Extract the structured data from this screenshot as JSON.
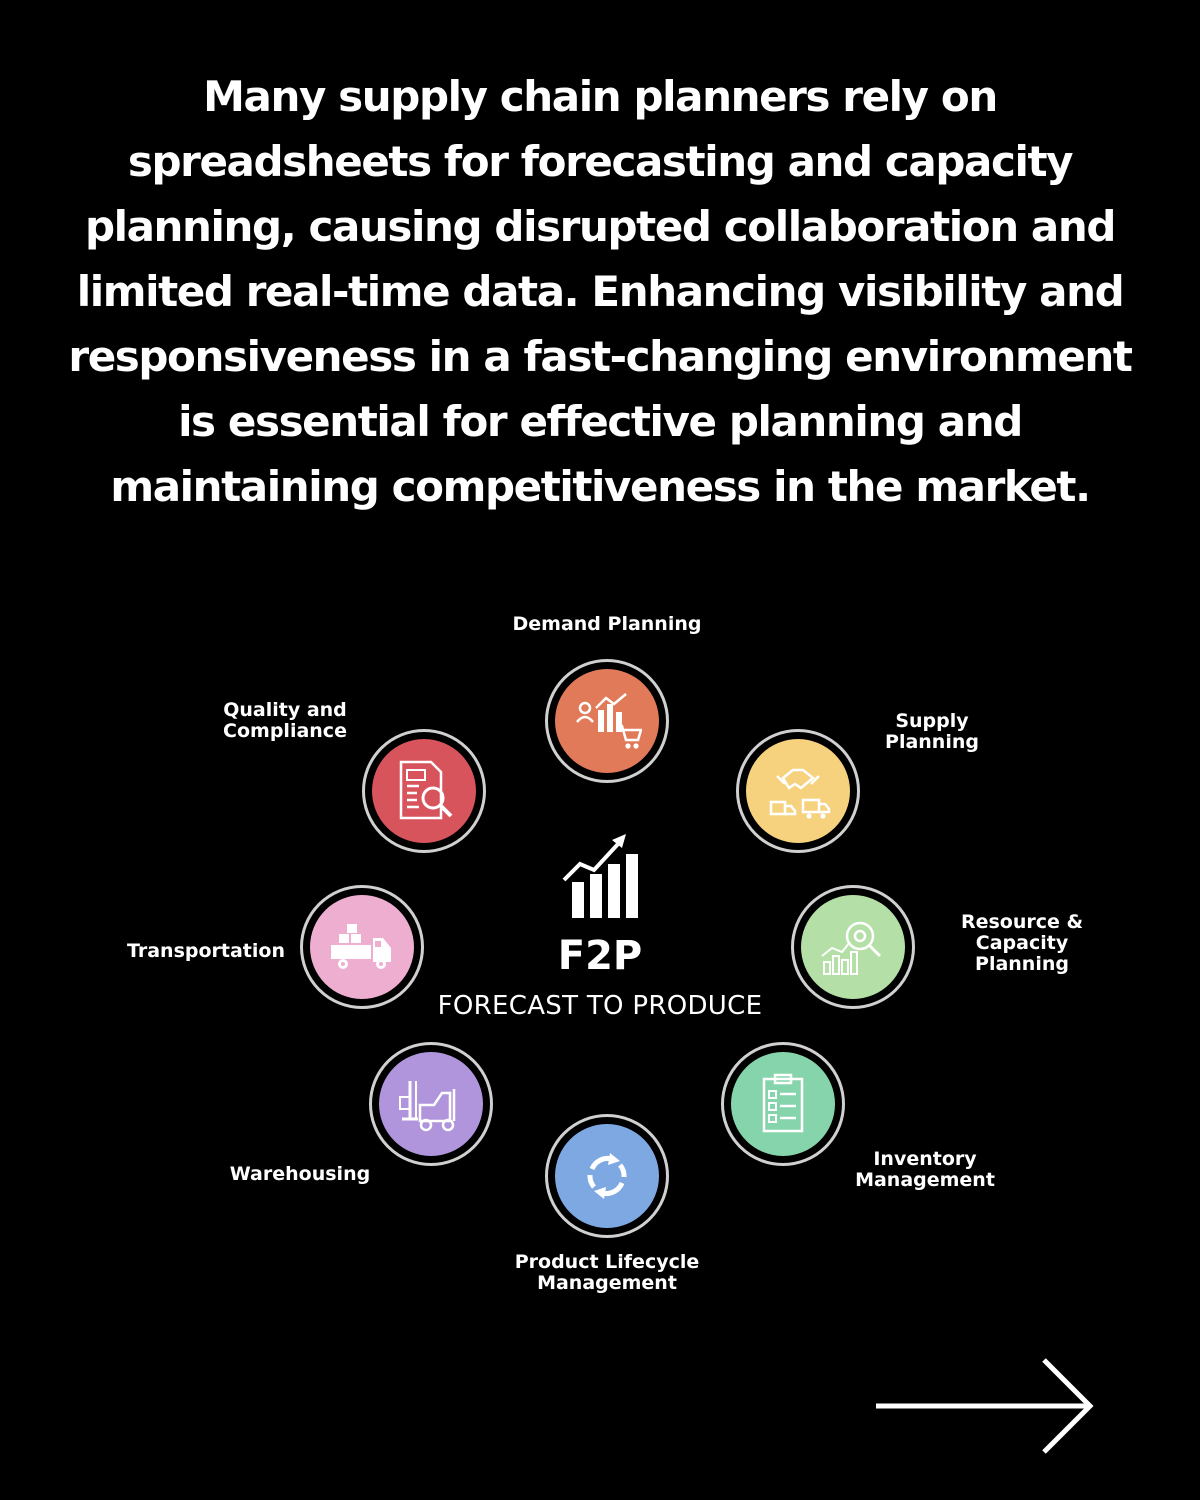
{
  "intro": {
    "lines": [
      "Many supply chain planners rely on",
      "spreadsheets for forecasting and capacity",
      "planning, causing disrupted collaboration and",
      "limited real-time data. Enhancing visibility and",
      "responsiveness in a fast-changing environment",
      "is essential for effective planning and",
      "maintaining competitiveness in the market."
    ]
  },
  "center": {
    "title": "F2P",
    "subtitle": "FORECAST TO PRODUCE",
    "icon": "growth-chart-icon"
  },
  "nodes": [
    {
      "key": "demand",
      "label": "Demand Planning",
      "color": "#e17a59",
      "icon": "demand-planning-icon"
    },
    {
      "key": "supply",
      "label": "Supply\nPlanning",
      "color": "#f6d27f",
      "icon": "handshake-delivery-icon"
    },
    {
      "key": "resource",
      "label": "Resource &\nCapacity\nPlanning",
      "color": "#b4e0a7",
      "icon": "capacity-analytics-icon"
    },
    {
      "key": "inventory",
      "label": "Inventory\nManagement",
      "color": "#86d4ab",
      "icon": "clipboard-checklist-icon"
    },
    {
      "key": "lifecycle",
      "label": "Product Lifecycle\nManagement",
      "color": "#7ea8e2",
      "icon": "cycle-arrows-icon"
    },
    {
      "key": "warehousing",
      "label": "Warehousing",
      "color": "#b095dc",
      "icon": "forklift-icon"
    },
    {
      "key": "transportation",
      "label": "Transportation",
      "color": "#eeaed0",
      "icon": "truck-icon"
    },
    {
      "key": "quality",
      "label": "Quality and\nCompliance",
      "color": "#d8545d",
      "icon": "document-search-icon"
    }
  ],
  "navigation": {
    "next_icon": "arrow-right-icon"
  }
}
